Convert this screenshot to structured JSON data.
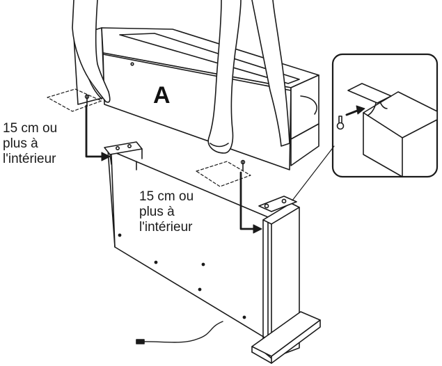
{
  "part_label": "A",
  "labels": {
    "left": [
      "15 cm ou",
      "plus à",
      "l'intérieur"
    ],
    "center": [
      "15 cm ou",
      "plus à",
      "l'intérieur"
    ]
  },
  "colors": {
    "line": "#1a1a1a",
    "background": "#ffffff"
  }
}
